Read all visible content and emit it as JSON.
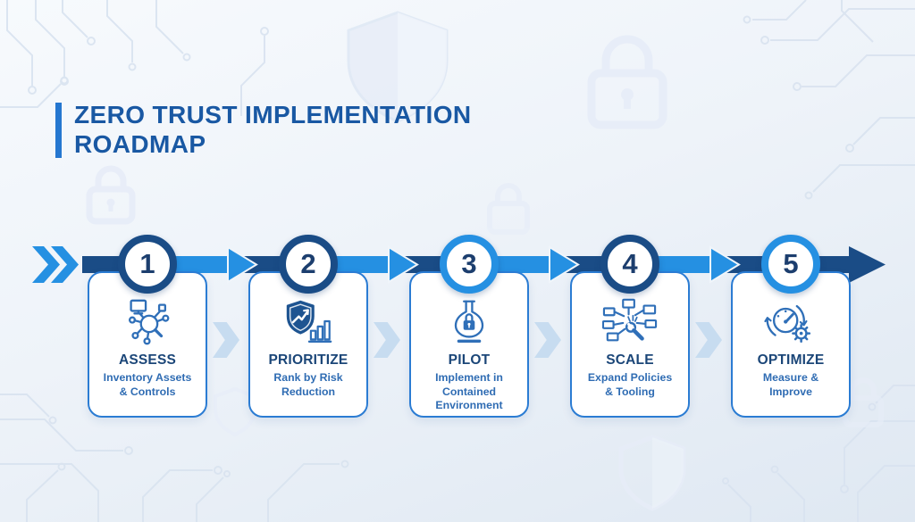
{
  "title": {
    "line1": "ZERO TRUST IMPLEMENTATION",
    "line2": "ROADMAP"
  },
  "colors": {
    "navy": "#1a4c86",
    "bright": "#2590e2",
    "title": "#1958a3",
    "accent_bar": "#2577d0",
    "card_border": "#2b7cd3",
    "heading": "#1b4678",
    "subtext": "#2f6cb3",
    "number": "#1c3e6e",
    "pale_arrow": "#c7dcf0",
    "icon_stroke": "#2f6fb8",
    "icon_fill": "#1e5491",
    "watermark": "#e7edf8",
    "circuit": "#d9e3f0"
  },
  "steps": [
    {
      "number": "1",
      "heading": "ASSESS",
      "description": "Inventory Assets\n& Controls",
      "ring_color": "#1a4c86",
      "icon": "network-audit-magnifier-icon"
    },
    {
      "number": "2",
      "heading": "PRIORITIZE",
      "description": "Rank by Risk\nReduction",
      "ring_color": "#1a4c86",
      "icon": "shield-trend-chart-icon"
    },
    {
      "number": "3",
      "heading": "PILOT",
      "description": "Implement in\nContained\nEnvironment",
      "ring_color": "#2590e2",
      "icon": "flask-lock-icon"
    },
    {
      "number": "4",
      "heading": "SCALE",
      "description": "Expand Policies\n& Tooling",
      "ring_color": "#1a4c86",
      "icon": "network-wrench-icon"
    },
    {
      "number": "5",
      "heading": "OPTIMIZE",
      "description": "Measure &\nImprove",
      "ring_color": "#2590e2",
      "icon": "gauge-gear-icon"
    }
  ]
}
